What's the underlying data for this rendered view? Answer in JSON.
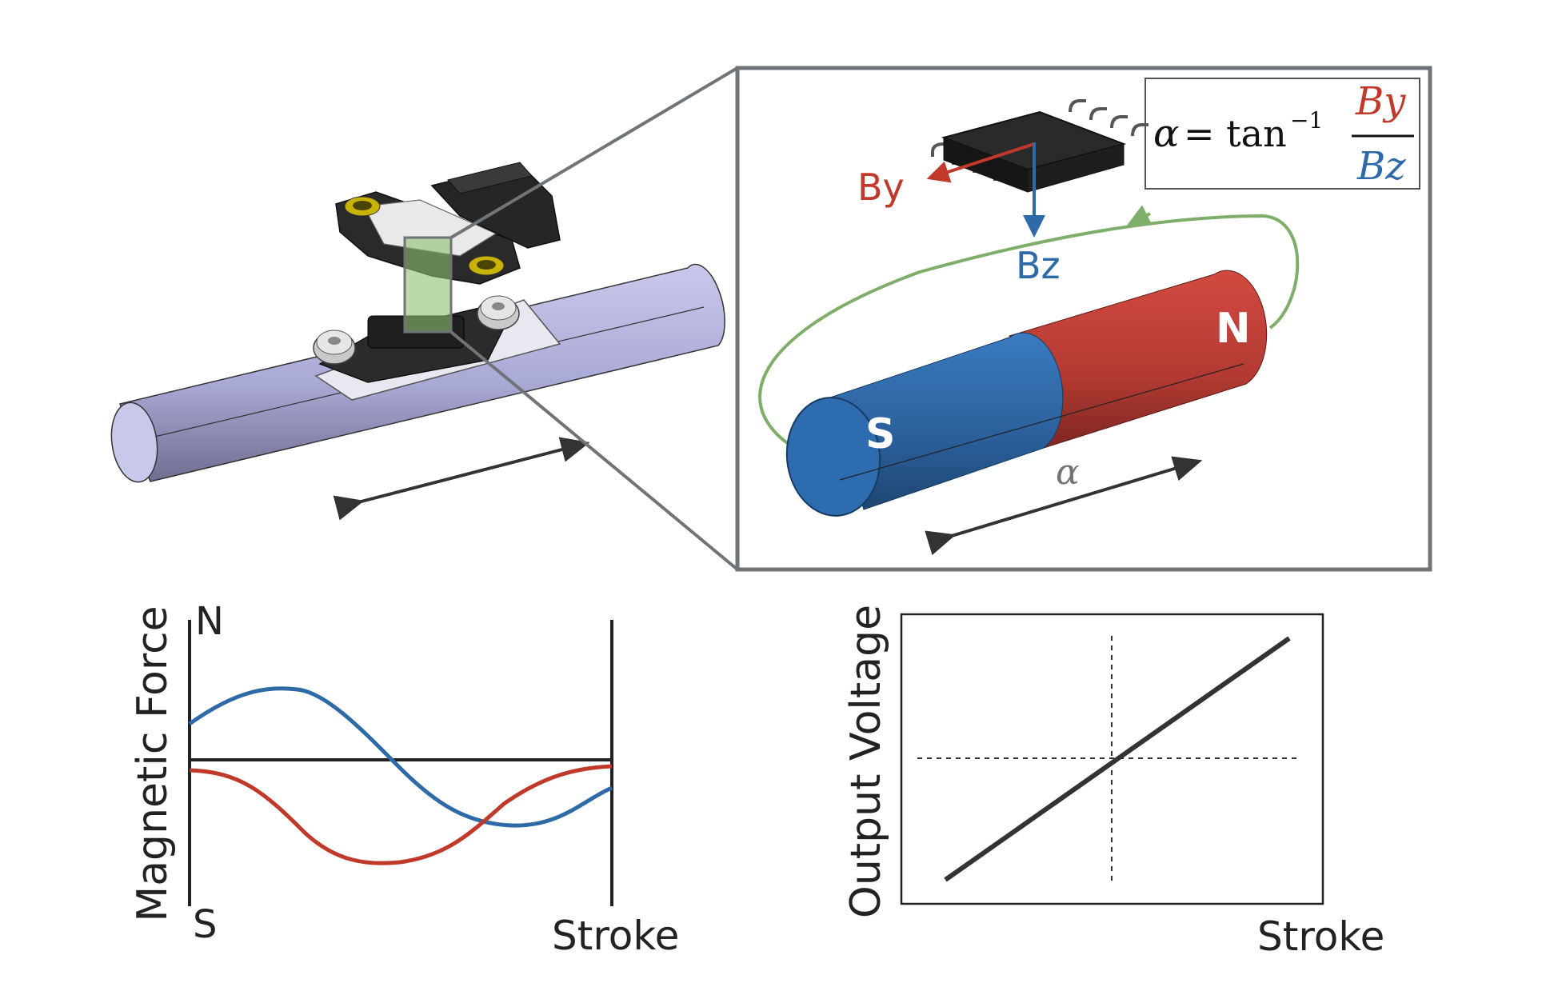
{
  "colors": {
    "red": "#c0392b",
    "blue": "#2e6aa8",
    "green": "#7fae6a",
    "frame": "#6e7478",
    "dark": "#333333",
    "axis_text": "#222222",
    "shaft": "#b7b7dc"
  },
  "zoom": {
    "formula": {
      "lhs": "α",
      "eq": "= tan",
      "sup": "−1",
      "numerator": "By",
      "denominator": "Bz"
    },
    "by_label": "By",
    "bz_label": "Bz",
    "pole_s": "S",
    "pole_n": "N",
    "alpha_label": "α"
  },
  "magnetic_plot": {
    "y_label": "Magnetic Force",
    "top_label": "N",
    "bottom_label": "S",
    "x_label": "Stroke"
  },
  "voltage_plot": {
    "y_label": "Output Voltage",
    "x_label": "Stroke"
  }
}
